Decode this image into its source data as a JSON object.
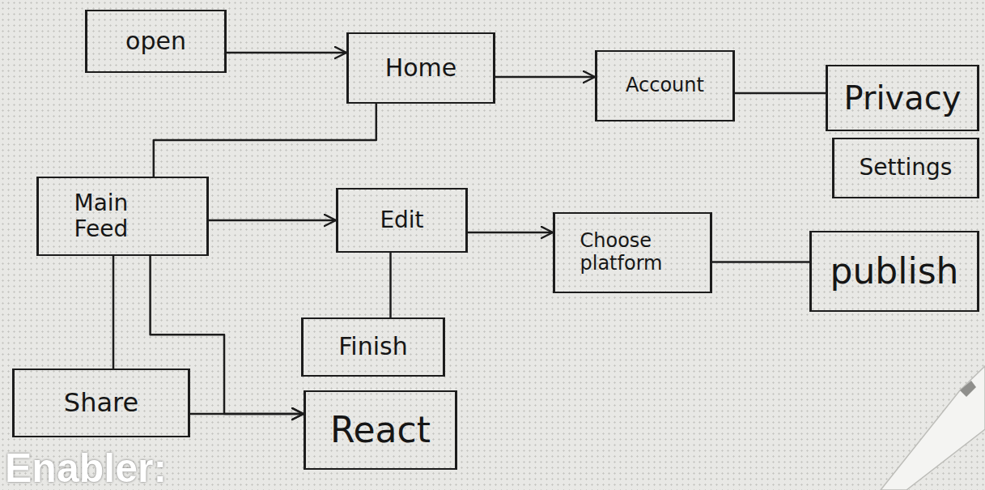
{
  "diagram": {
    "nodes": [
      {
        "text": [
          "open"
        ]
      },
      {
        "text": [
          "Home"
        ]
      },
      {
        "text": [
          "Account"
        ]
      },
      {
        "text": [
          "Privacy"
        ]
      },
      {
        "text": [
          "Settings"
        ]
      },
      {
        "text": [
          "Main Feed"
        ]
      },
      {
        "text": [
          "Edit"
        ]
      },
      {
        "text": [
          "Choose platform"
        ]
      },
      {
        "text": [
          "publish"
        ]
      },
      {
        "text": [
          "Finish"
        ]
      },
      {
        "text": [
          "Share"
        ]
      },
      {
        "text": [
          "React"
        ]
      }
    ],
    "edges": [
      {
        "from": 0,
        "to": 1,
        "arrow": "to"
      },
      {
        "from": 1,
        "to": 2,
        "arrow": "to"
      },
      {
        "from": 2,
        "to": 3,
        "arrow": "none"
      },
      {
        "from": 1,
        "to": 5,
        "arrow": "none"
      },
      {
        "from": 5,
        "to": 6,
        "arrow": "to"
      },
      {
        "from": 6,
        "to": 7,
        "arrow": "to"
      },
      {
        "from": 7,
        "to": 8,
        "arrow": "none"
      },
      {
        "from": 6,
        "to": 9,
        "arrow": "none"
      },
      {
        "from": 5,
        "to": 10,
        "arrow": "none"
      },
      {
        "from": 5,
        "to": 11,
        "arrow": "to"
      },
      {
        "from": 10,
        "to": 11,
        "arrow": "to"
      }
    ],
    "labels": [
      "Enabler:"
    ]
  }
}
